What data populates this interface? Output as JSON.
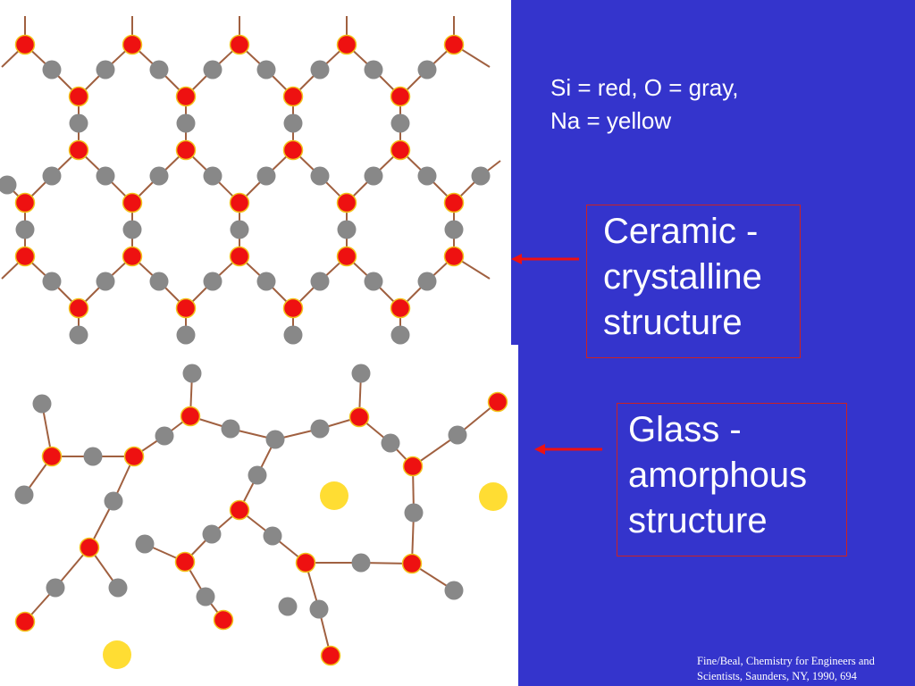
{
  "legend": {
    "line1": "Si = red, O = gray,",
    "line2": "Na = yellow"
  },
  "ceramic_label": {
    "line1": "Ceramic -",
    "line2": "crystalline",
    "line3": "structure"
  },
  "glass_label": {
    "line1": "Glass -",
    "line2": "amorphous",
    "line3": "structure"
  },
  "citation": {
    "line1": "Fine/Beal, Chemistry for Engineers and",
    "line2": "Scientists, Saunders, NY, 1990, 694"
  },
  "colors": {
    "background": "#3434cc",
    "silicon": "#ee1111",
    "oxygen": "#888888",
    "sodium": "#ffdd33",
    "bond": "#a06040",
    "arrow": "#ee1111",
    "box_border": "#cc2222"
  }
}
